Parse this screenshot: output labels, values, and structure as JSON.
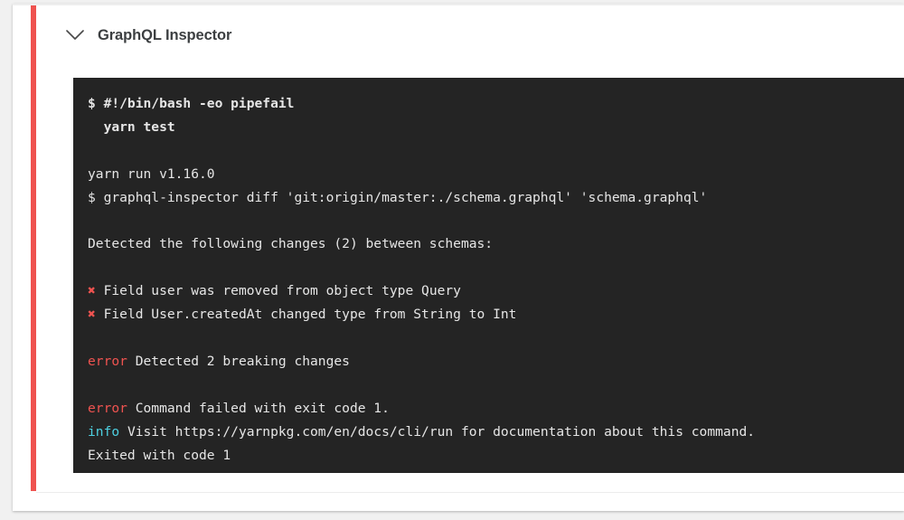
{
  "card": {
    "accent_color": "#ef5350",
    "background": "#ffffff"
  },
  "header": {
    "chevron_icon": "chevron-down-icon",
    "title": "GraphQL Inspector"
  },
  "terminal": {
    "background": "#242424",
    "default_text_color": "#e6e6e6",
    "error_color": "#ef5350",
    "info_color": "#4dd0e1",
    "lines": [
      {
        "id": "cmd-shebang",
        "bold": true,
        "segments": [
          {
            "text": "$ #!/bin/bash -eo pipefail",
            "style": "plain"
          }
        ]
      },
      {
        "id": "cmd-yarn-test",
        "bold": true,
        "segments": [
          {
            "text": "  yarn test",
            "style": "plain"
          }
        ]
      },
      {
        "id": "blank-1",
        "blank": true,
        "segments": []
      },
      {
        "id": "yarn-version",
        "segments": [
          {
            "text": "yarn run v1.16.0",
            "style": "plain"
          }
        ]
      },
      {
        "id": "cmd-inspector-diff",
        "segments": [
          {
            "text": "$ graphql-inspector diff 'git:origin/master:./schema.graphql' 'schema.graphql'",
            "style": "plain"
          }
        ]
      },
      {
        "id": "blank-2",
        "blank": true,
        "segments": []
      },
      {
        "id": "detected-changes",
        "segments": [
          {
            "text": "Detected the following changes (2) between schemas:",
            "style": "plain"
          }
        ]
      },
      {
        "id": "blank-3",
        "blank": true,
        "segments": []
      },
      {
        "id": "change-1",
        "segments": [
          {
            "text": "✖",
            "style": "mark"
          },
          {
            "text": " Field user was removed from object type Query",
            "style": "plain"
          }
        ]
      },
      {
        "id": "change-2",
        "segments": [
          {
            "text": "✖",
            "style": "mark"
          },
          {
            "text": " Field User.createdAt changed type from String to Int",
            "style": "plain"
          }
        ]
      },
      {
        "id": "blank-4",
        "blank": true,
        "segments": []
      },
      {
        "id": "error-breaking",
        "segments": [
          {
            "text": "error",
            "style": "error"
          },
          {
            "text": " Detected 2 breaking changes",
            "style": "plain"
          }
        ]
      },
      {
        "id": "blank-5",
        "blank": true,
        "segments": []
      },
      {
        "id": "error-exit",
        "segments": [
          {
            "text": "error",
            "style": "error"
          },
          {
            "text": " Command failed with exit code 1.",
            "style": "plain"
          }
        ]
      },
      {
        "id": "info-visit",
        "segments": [
          {
            "text": "info",
            "style": "info"
          },
          {
            "text": " Visit https://yarnpkg.com/en/docs/cli/run for documentation about this command.",
            "style": "plain"
          }
        ]
      },
      {
        "id": "exited",
        "segments": [
          {
            "text": "Exited with code 1",
            "style": "plain"
          }
        ]
      }
    ]
  }
}
